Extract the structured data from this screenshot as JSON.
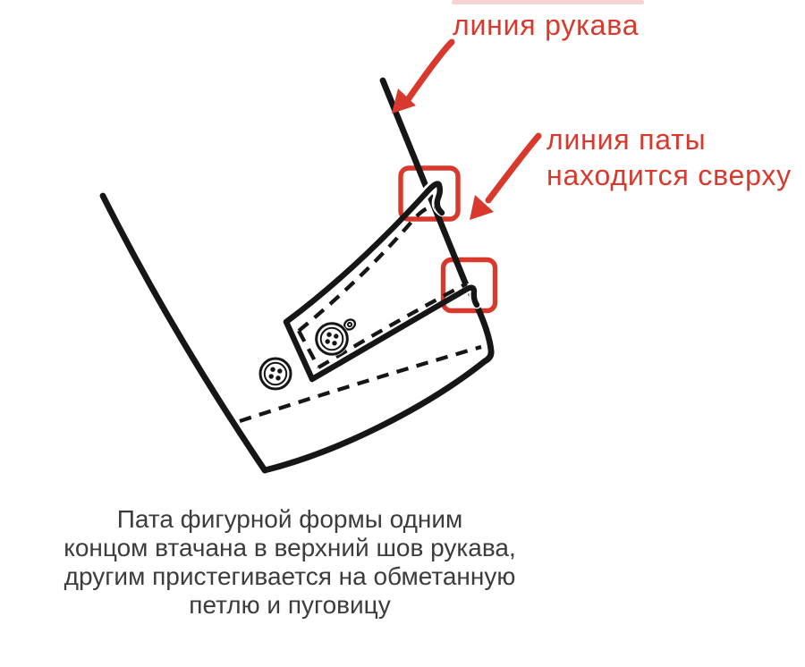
{
  "colors": {
    "annotation_red": "#d8392c",
    "ink_black": "#161616",
    "caption_gray": "#3c3c3c",
    "background": "#ffffff"
  },
  "annotations": {
    "sleeve_line_label": "линия рукава",
    "tab_line_label_line1": "линия паты",
    "tab_line_label_line2": "находится сверху"
  },
  "caption": {
    "lines": [
      "Пата фигурной формы одним",
      "концом втачана в верхний шов рукава,",
      "другим пристегивается на обметанную",
      "петлю и пуговицу"
    ]
  }
}
